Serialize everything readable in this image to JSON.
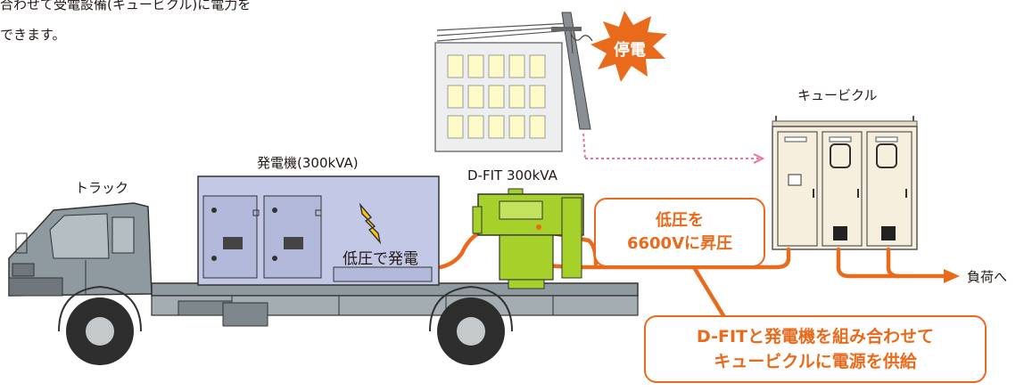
{
  "intro": {
    "line1": "合わせて受電設備(キュービクル)に電力を",
    "line2": "できます。"
  },
  "labels": {
    "outage_burst": "停電",
    "cubicle": "キュービクル",
    "generator": "発電機(300kVA)",
    "truck": "トラック",
    "dfit": "D-FIT 300kVA",
    "low_voltage_gen": "低圧で発電",
    "to_load": "負荷へ"
  },
  "callouts": {
    "boost_line1": "低圧を",
    "boost_line2": "6600Vに昇圧",
    "supply_line1": "D-FITと発電機を組み合わせて",
    "supply_line2": "キュービクルに電源を供給"
  },
  "colors": {
    "cable": "#ea6a1c",
    "dfit_body": "#a5d12a",
    "generator_body": "#c3c8e6",
    "truck_body": "#8f9aa0",
    "cubicle_body": "#f7efde",
    "building": "#eceef0",
    "window": "#fffbc9",
    "pole": "#8a8f95",
    "dotted_arrow": "#ec6fa0"
  },
  "icons": [
    "lightning-icon",
    "explosion-burst-icon",
    "arrow-right-icon"
  ]
}
